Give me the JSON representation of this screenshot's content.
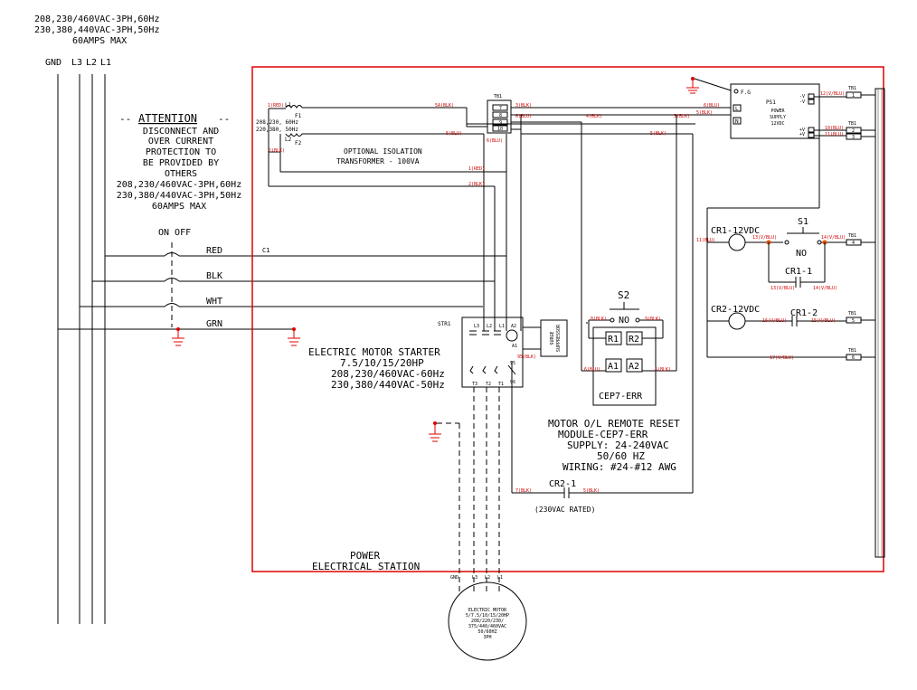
{
  "header": {
    "supply_line1": "208,230/460VAC-3PH,60Hz",
    "supply_line2": "230,380,440VAC-3PH,50Hz",
    "supply_line3": "60AMPS MAX"
  },
  "line_labels": {
    "gnd": "GND",
    "l3": "L3",
    "l2": "L2",
    "l1": "L1"
  },
  "attention": {
    "title": "ATTENTION",
    "lines": [
      "DISCONNECT AND",
      "OVER CURRENT",
      "PROTECTION TO",
      "BE PROVIDED BY",
      "OTHERS"
    ],
    "spec1": "208,230/460VAC-3PH,60Hz",
    "spec2": "230,380/440VAC-3PH,50Hz",
    "spec3": "60AMPS MAX"
  },
  "switch": {
    "on_off": "ON OFF",
    "red": "RED",
    "blk": "BLK",
    "wht": "WHT",
    "grn": "GRN",
    "c1": "C1"
  },
  "transformer": {
    "l1": "L1",
    "l2": "L2",
    "f1": "F1",
    "f2": "F2",
    "v60": "208,230, 60Hz",
    "v50": "220,380, 50Hz",
    "opt1": "OPTIONAL ISOLATION",
    "opt2": "TRANSFORMER - 100VA",
    "red_in": "1(RED)",
    "blk_in": "2(BLK)"
  },
  "tb1_top": {
    "label": "TB1",
    "t7": "7",
    "t8": "8",
    "t9": "9",
    "t10": "10"
  },
  "wires": {
    "w5a": "5A(BLK)",
    "w6": "6(BLU)",
    "w1": "1(RED)",
    "w2": "2(BLK)",
    "w3": "3(BLK)",
    "w4": "4(BLK)",
    "w6b": "6(BLU)",
    "w5": "5(BLK)",
    "w6c": "6(BLU)",
    "w5b": "5(BLK)",
    "w6d": "6(BLU)",
    "w7": "7(BLK)",
    "w8": "8(BLK)",
    "w9": "9(BLK)",
    "w10": "10(BLU)",
    "w11": "11(BLU)",
    "w12": "12(V/BLU)",
    "w13": "13(V/BLU)",
    "w14": "14(V/BLU)",
    "w13b": "13(V/BLU)",
    "w14b": "14(V/BLU)",
    "w11b": "11(BLU)",
    "w16": "16(V/BLU)",
    "w15": "15(V/BLU)",
    "w17": "17(V/BLU)",
    "w95": "95(BLK)"
  },
  "ps1": {
    "label": "PS1",
    "fg": "F.G",
    "l": "L",
    "n": "N",
    "text1": "POWER",
    "text2": "SUPPLY",
    "text3": "12VDC",
    "vm": "-V",
    "vm2": "-V",
    "vp": "+V",
    "vp2": "+V"
  },
  "tb_right": {
    "tb1": "TB1",
    "t1": "1",
    "t2": "2",
    "t3": "3",
    "t4": "4",
    "t5": "5",
    "t6": "6"
  },
  "relays": {
    "cr1": "CR1-12VDC",
    "cr2": "CR2-12VDC",
    "s1": "S1",
    "no": "NO",
    "cr1_1": "CR1-1",
    "cr1_2": "CR1-2",
    "cr2_1": "CR2-1",
    "rated": "(230VAC RATED)"
  },
  "starter": {
    "str1": "STR1",
    "l3": "L3",
    "l2": "L2",
    "l1": "L1",
    "a1": "A1",
    "a2": "A2",
    "t3": "T3",
    "t2": "T2",
    "t1": "T1",
    "n95": "95",
    "n96": "96",
    "surge1": "SURGE",
    "surge2": "SUPPRESSOR",
    "title": "ELECTRIC MOTOR STARTER",
    "hp": "7.5/10/15/20HP",
    "v60": "208,230/460VAC-60Hz",
    "v50": "230,380/440VAC-50Hz"
  },
  "cep7": {
    "s2": "S2",
    "no": "NO",
    "r1": "R1",
    "r2": "R2",
    "a1": "A1",
    "a2": "A2",
    "label": "CEP7-ERR"
  },
  "module": {
    "line1": "MOTOR O/L REMOTE RESET",
    "line2": "MODULE-CEP7-ERR",
    "line3": "SUPPLY: 24-240VAC",
    "line4": "50/60 HZ",
    "line5": "WIRING: #24-#12 AWG"
  },
  "station": {
    "line1": "POWER",
    "line2": "ELECTRICAL STATION"
  },
  "motor": {
    "gnd": "GND",
    "l3": "L3",
    "l2": "L2",
    "l1": "L1",
    "line1": "ELECTRIC MOTOR",
    "line2": "5/7.5/10/15/20HP",
    "line3": "208/220/230/",
    "line4": "375/440/460VAC",
    "line5": "50/60HZ",
    "line6": "3PH"
  },
  "colors": {
    "frame": "#e00000",
    "wire_label": "#d40000",
    "ground": "#d40000"
  }
}
